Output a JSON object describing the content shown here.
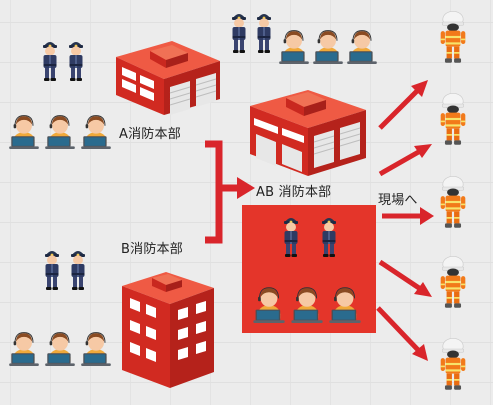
{
  "labels": {
    "hq_a": "A消防本部",
    "hq_b": "B消防本部",
    "hq_ab": "AB 消防本部",
    "to_site": "現場へ"
  },
  "colors": {
    "fire_red": "#e4352a",
    "arrow_red": "#d9252b",
    "police_navy": "#2f3b63",
    "operator_orange": "#f0a93a",
    "firefighter_orange": "#f27a1a"
  },
  "icons": {
    "police": "police-officer-icon",
    "operator": "dispatcher-icon",
    "building": "fire-station-icon",
    "firefighter": "firefighter-icon",
    "arrow": "arrow-icon"
  }
}
